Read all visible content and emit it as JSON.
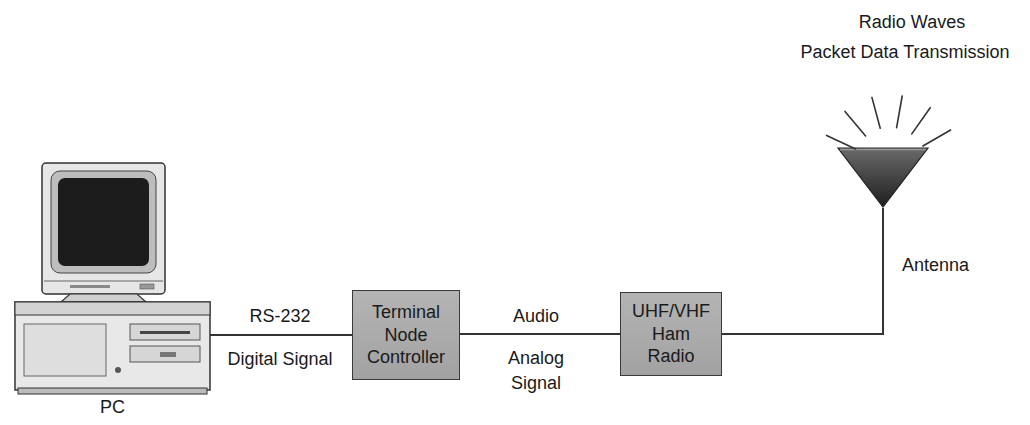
{
  "diagram": {
    "nodes": [
      {
        "text": [
          "PC"
        ]
      },
      {
        "text": [
          "Terminal Node Controller"
        ]
      },
      {
        "text": [
          "UHF/VHF Ham Radio"
        ]
      },
      {
        "text": [
          "Antenna"
        ]
      }
    ],
    "edges": [
      {
        "from": 0,
        "to": 1,
        "arrow": "none"
      },
      {
        "from": 1,
        "to": 2,
        "arrow": "none"
      },
      {
        "from": 2,
        "to": 3,
        "arrow": "none"
      }
    ],
    "labels": [
      "RS-232",
      "Digital Signal",
      "Audio",
      "Analog Signal",
      "Radio Waves",
      "Packet Data Transmission"
    ]
  }
}
